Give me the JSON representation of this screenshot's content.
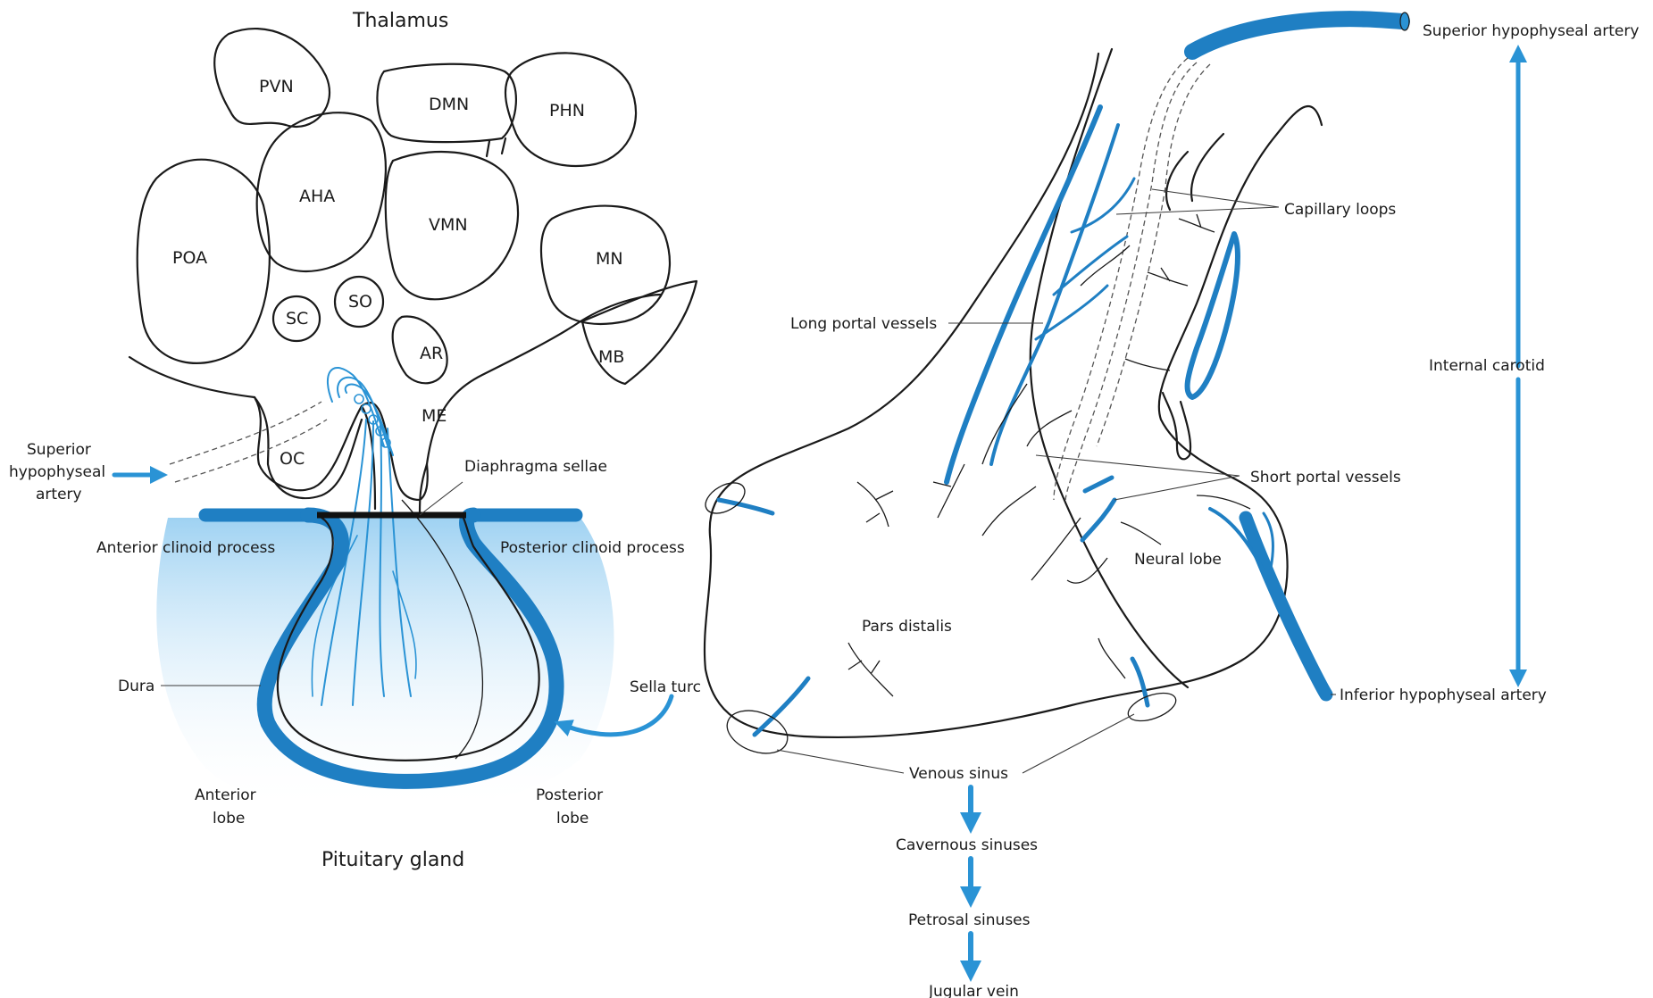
{
  "colors": {
    "accent": "#2a93d5",
    "vessel": "#1f7fc3",
    "ink": "#1a1a1a"
  },
  "left": {
    "thalamus": "Thalamus",
    "nuclei": {
      "pvn": "PVN",
      "dmn": "DMN",
      "phn": "PHN",
      "aha": "AHA",
      "vmn": "VMN",
      "poa": "POA",
      "mn": "MN",
      "sc": "SC",
      "so": "SO",
      "ar": "AR",
      "mb": "MB",
      "me": "ME",
      "oc": "OC"
    },
    "superior_artery": [
      "Superior",
      "hypophyseal",
      "artery"
    ],
    "diaphragma": "Diaphragma sellae",
    "anterior_clinoid": "Anterior clinoid process",
    "posterior_clinoid": "Posterior clinoid process",
    "dura": "Dura",
    "sella": "Sella turc",
    "anterior_lobe": [
      "Anterior",
      "lobe"
    ],
    "posterior_lobe": [
      "Posterior",
      "lobe"
    ],
    "pituitary": "Pituitary gland"
  },
  "right": {
    "superior_artery": "Superior hypophyseal artery",
    "capillary_loops": "Capillary loops",
    "long_portal": "Long portal vessels",
    "internal_carotid": "Internal carotid",
    "short_portal": "Short portal vessels",
    "neural_lobe": "Neural lobe",
    "pars_distalis": "Pars distalis",
    "inferior_artery": "Inferior hypophyseal artery",
    "venous_sinus": "Venous sinus",
    "drainage": [
      "Cavernous sinuses",
      "Petrosal sinuses",
      "Jugular vein"
    ]
  }
}
